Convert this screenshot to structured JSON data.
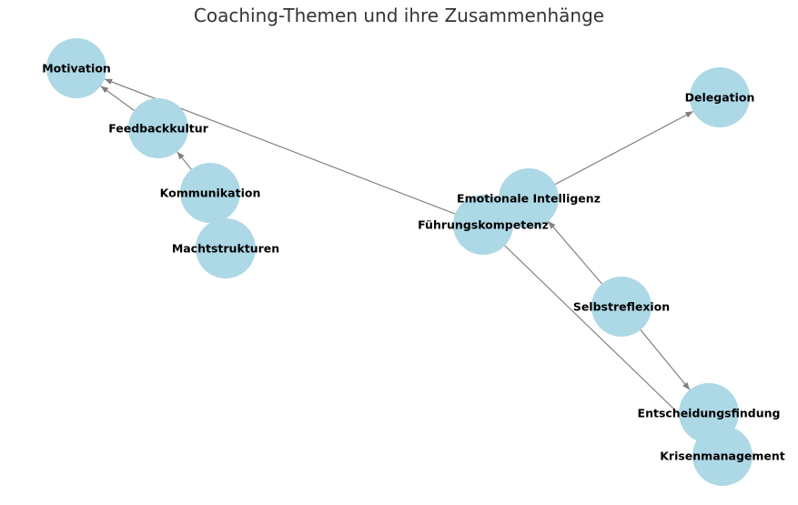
{
  "title": "Coaching-Themen und ihre Zusammenhänge",
  "colors": {
    "node": "#add8e6",
    "edge": "#808080",
    "label": "#000000"
  },
  "nodes": [
    {
      "id": "Motivation",
      "label": "Motivation"
    },
    {
      "id": "Feedbackkultur",
      "label": "Feedbackkultur"
    },
    {
      "id": "Kommunikation",
      "label": "Kommunikation"
    },
    {
      "id": "Machtstrukturen",
      "label": "Machtstrukturen"
    },
    {
      "id": "Führungskompetenz",
      "label": "Führungskompetenz"
    },
    {
      "id": "Emotionale Intelligenz",
      "label": "Emotionale Intelligenz"
    },
    {
      "id": "Delegation",
      "label": "Delegation"
    },
    {
      "id": "Selbstreflexion",
      "label": "Selbstreflexion"
    },
    {
      "id": "Entscheidungsfindung",
      "label": "Entscheidungsfindung"
    },
    {
      "id": "Krisenmanagement",
      "label": "Krisenmanagement"
    }
  ],
  "edges": [
    {
      "from": "Feedbackkultur",
      "to": "Motivation"
    },
    {
      "from": "Kommunikation",
      "to": "Feedbackkultur"
    },
    {
      "from": "Führungskompetenz",
      "to": "Motivation"
    },
    {
      "from": "Führungskompetenz",
      "to": "Krisenmanagement"
    },
    {
      "from": "Emotionale Intelligenz",
      "to": "Delegation"
    },
    {
      "from": "Selbstreflexion",
      "to": "Emotionale Intelligenz"
    },
    {
      "from": "Selbstreflexion",
      "to": "Entscheidungsfindung"
    }
  ]
}
